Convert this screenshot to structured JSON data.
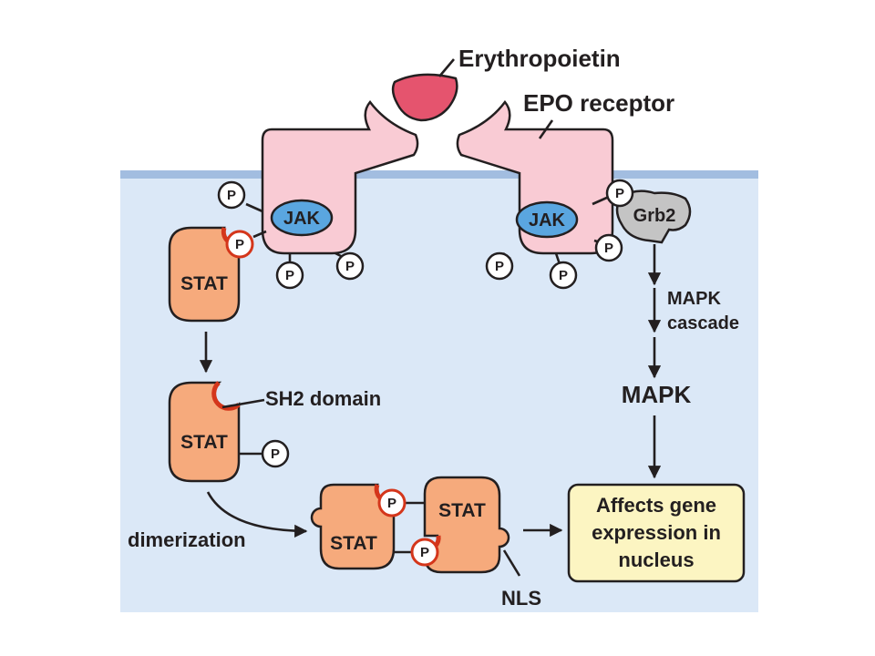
{
  "labels": {
    "erythropoietin": "Erythropoietin",
    "epo_receptor": "EPO receptor",
    "jak": "JAK",
    "grb2": "Grb2",
    "stat": "STAT",
    "phosphate": "P",
    "mapk_cascade_line1": "MAPK",
    "mapk_cascade_line2": "cascade",
    "mapk": "MAPK",
    "sh2_domain": "SH2 domain",
    "dimerization": "dimerization",
    "nls": "NLS",
    "nucleus_line1": "Affects gene",
    "nucleus_line2": "expression in",
    "nucleus_line3": "nucleus"
  },
  "colors": {
    "cytoplasm": "#dbe8f7",
    "membrane": "#a2bde0",
    "receptor": "#f9cbd4",
    "epo": "#e5546e",
    "jak": "#5aa6e0",
    "stat": "#f6aa7c",
    "sh2_accent": "#d4361b",
    "grb2": "#c4c4c4",
    "nucleus_box": "#fcf5c2"
  }
}
